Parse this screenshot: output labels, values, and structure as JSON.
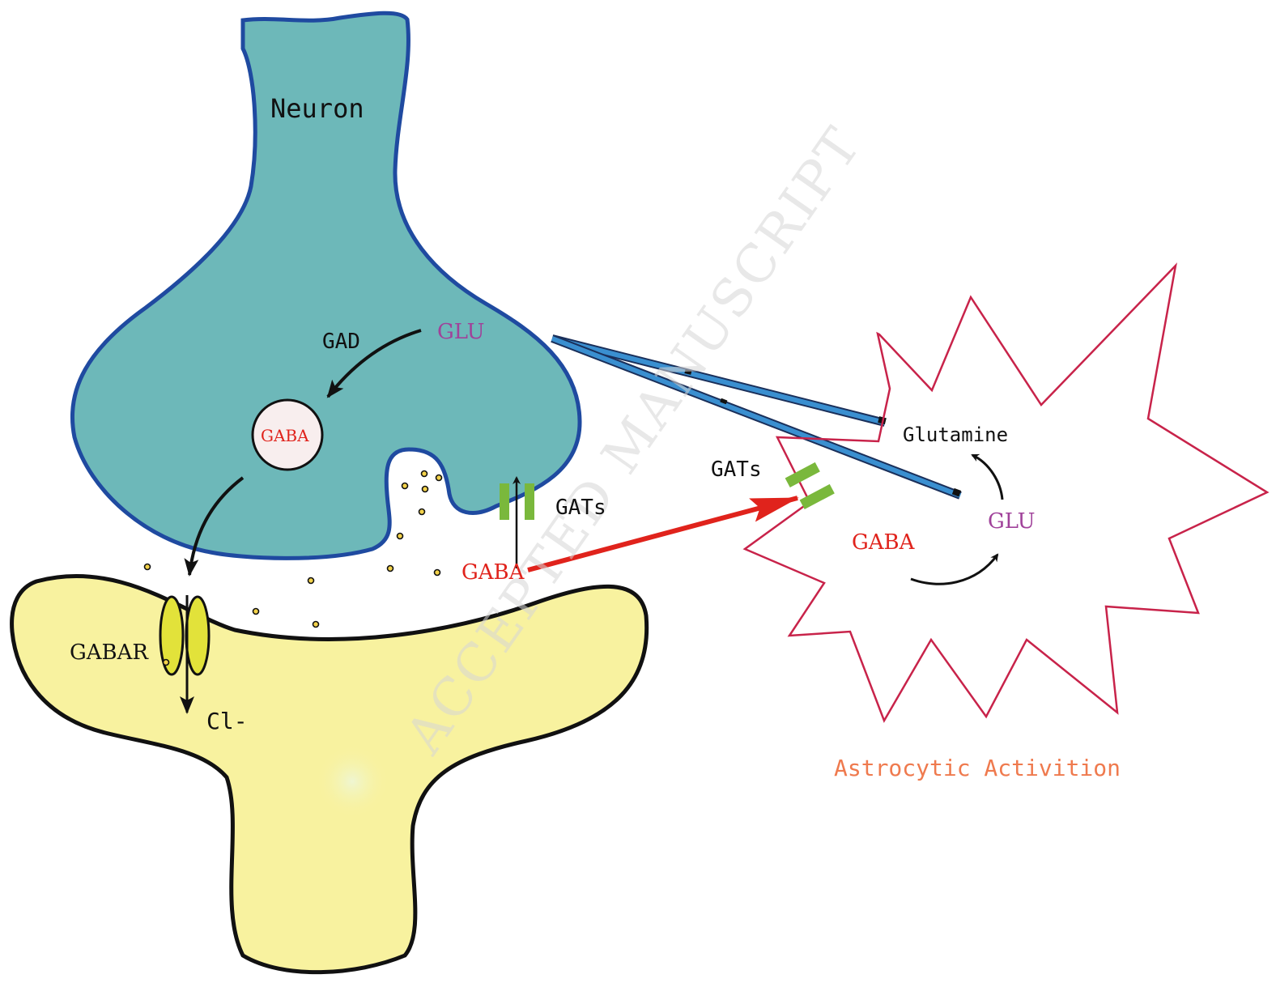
{
  "diagram": {
    "labels": {
      "neuron": "Neuron",
      "gad": "GAD",
      "glu_neuron": "GLU",
      "gaba_vesicle": "GABA",
      "gats_neuron": "GATs",
      "gaba_cleft": "GABA",
      "gabar": "GABAR",
      "cl": "Cl-",
      "gats_astro": "GATs",
      "glutamine": "Glutamine",
      "gaba_astro": "GABA",
      "glu_astro": "GLU",
      "astrocyte_caption": "Astrocytic Activition"
    },
    "watermark": "ACCEPTED MANUSCRIPT",
    "colors": {
      "neuron_fill": "#6db8b9",
      "neuron_stroke": "#1f4aa0",
      "postsynaptic_fill": "#f8f29f",
      "astrocyte_stroke": "#c8234a",
      "transporter_green": "#7ab83c",
      "receptor_yellow": "#e2e23a",
      "glu_purple": "#a0429a",
      "gaba_red": "#e0231c",
      "caption_orange": "#ef7a4e",
      "process_blue": "#3a8fd0",
      "vesicle_fill": "#f8eeee"
    }
  }
}
